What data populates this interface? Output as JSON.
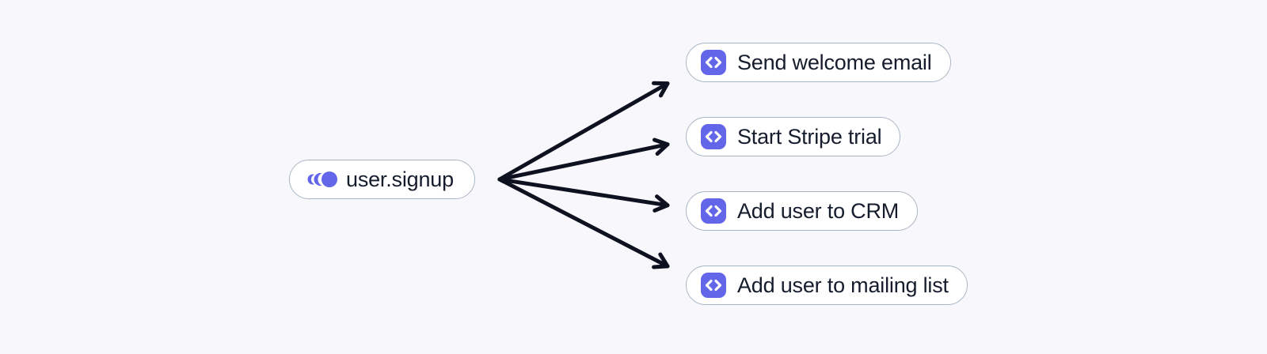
{
  "diagram": {
    "background_color": "#f8f8fc",
    "arrow_color": "#0e1220",
    "accent_color": "#6366e8",
    "node_border_color": "#aab6c6",
    "node_fill_color": "#ffffff",
    "text_color": "#151c2c",
    "event_node": {
      "label": "user.signup",
      "icon": "event-pulse-icon"
    },
    "function_nodes": [
      {
        "label": "Send welcome email",
        "icon": "code-icon"
      },
      {
        "label": "Start Stripe trial",
        "icon": "code-icon"
      },
      {
        "label": "Add user to CRM",
        "icon": "code-icon"
      },
      {
        "label": "Add user to mailing list",
        "icon": "code-icon"
      }
    ],
    "edges": [
      {
        "from": "user.signup",
        "to": "Send welcome email"
      },
      {
        "from": "user.signup",
        "to": "Start Stripe trial"
      },
      {
        "from": "user.signup",
        "to": "Add user to CRM"
      },
      {
        "from": "user.signup",
        "to": "Add user to mailing list"
      }
    ]
  }
}
